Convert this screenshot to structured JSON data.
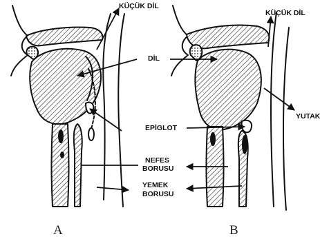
{
  "labels": {
    "kucuk_dil_a": "KÜÇÜK DİL",
    "kucuk_dil_b": "KÜÇÜK DİL",
    "dil": "DİL",
    "epiglot": "EPİGLOT",
    "nefes": "NEFES",
    "borusu_nefes": "BORUSU",
    "yemek": "YEMEK",
    "borusu_yemek": "BORUSU",
    "yutak": "YUTAK"
  },
  "captions": {
    "a": "A",
    "b": "B"
  }
}
